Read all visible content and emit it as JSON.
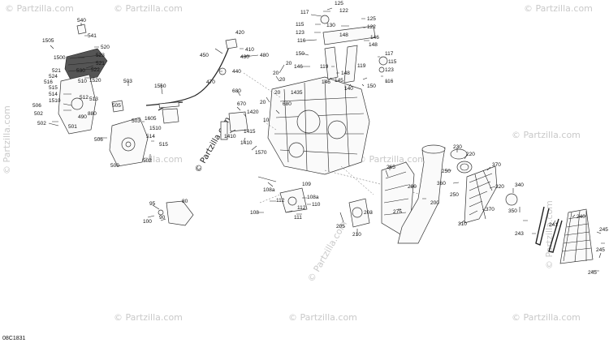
{
  "watermark": "© Partzilla.com",
  "diagram_code": "08C1831",
  "callouts": [
    "540",
    "541",
    "1505",
    "520",
    "1500",
    "523",
    "521",
    "522",
    "524",
    "521",
    "530",
    "516",
    "515",
    "510",
    "1520",
    "514",
    "1510",
    "506",
    "512",
    "513",
    "502",
    "490",
    "880",
    "501",
    "502",
    "506",
    "503",
    "505",
    "1605",
    "1510",
    "514",
    "515",
    "500",
    "502",
    "503",
    "1560",
    "470",
    "450",
    "420",
    "410",
    "430",
    "480",
    "440",
    "680",
    "670",
    "1420",
    "1410",
    "1415",
    "1570",
    "1410",
    "20",
    "20",
    "20",
    "1435",
    "20",
    "20",
    "10",
    "680",
    "117",
    "125",
    "122",
    "115",
    "130",
    "125",
    "122",
    "123",
    "146",
    "116",
    "148",
    "150",
    "148",
    "146",
    "119",
    "140",
    "145",
    "148",
    "119",
    "115",
    "117",
    "123",
    "150",
    "146",
    "116",
    "109",
    "108a",
    "112",
    "112",
    "108a",
    "110",
    "111",
    "108",
    "95",
    "80",
    "90",
    "100",
    "205",
    "203",
    "210",
    "275",
    "200",
    "265",
    "280",
    "230",
    "220",
    "250",
    "360",
    "370",
    "250",
    "320",
    "310",
    "370",
    "340",
    "350",
    "241",
    "240",
    "243",
    "245",
    "245",
    "245"
  ]
}
